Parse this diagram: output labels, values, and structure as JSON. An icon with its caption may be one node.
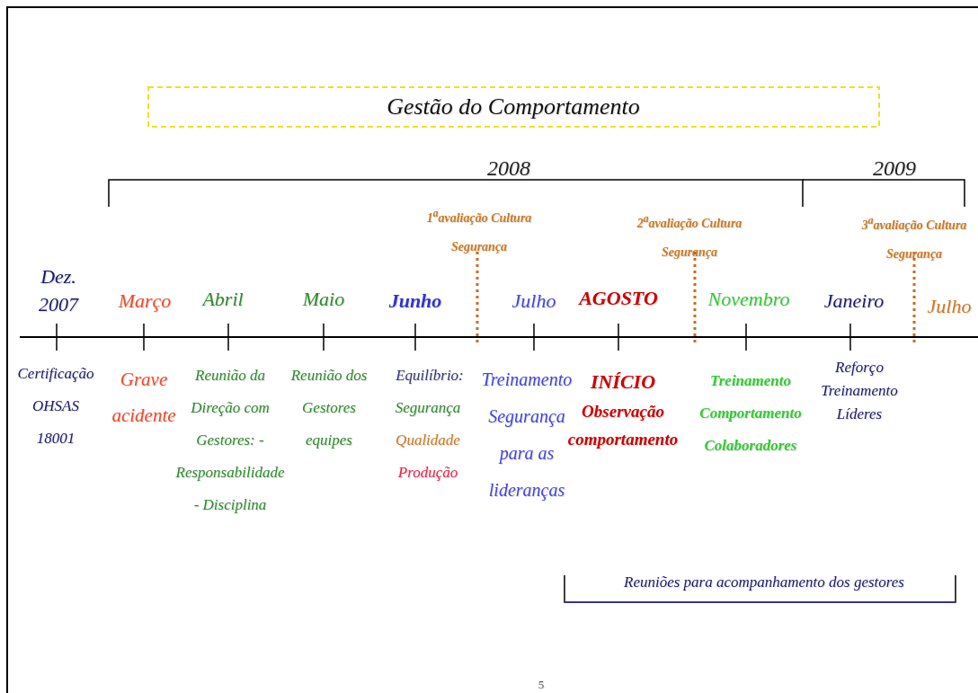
{
  "diagram": {
    "title": "Gestão do Comportamento",
    "labels": [
      "2008",
      "2009",
      "1$^{a}$avaliação Cultura Segurança",
      "2$^{a}$avaliação Cultura Segurança",
      "3$^{a}$avaliação Cultura Segurança",
      "Dez. 2007",
      "Março",
      "Abril",
      "Maio",
      "Junho",
      "Julho",
      "AGOSTO",
      "Novembro",
      "Janeiro",
      "Julho",
      "Certificação OHSAS 18001",
      "Grave acidente",
      "Reunião da Direção com Gestores: -Responsabilidade - Disciplina",
      "Reunião dos Gestores equipes",
      "Equilíbrio:",
      "Segurança",
      "Qualidade",
      "Produção",
      "Treinamento Segurança para as lideranças",
      "INÍCIO",
      "Observação comportamento",
      "Treinamento Comportamento Colaboradores",
      "Reforço Treinamento Líderes",
      "Reuniões para acompanhamento dos gestores",
      "5"
    ]
  }
}
